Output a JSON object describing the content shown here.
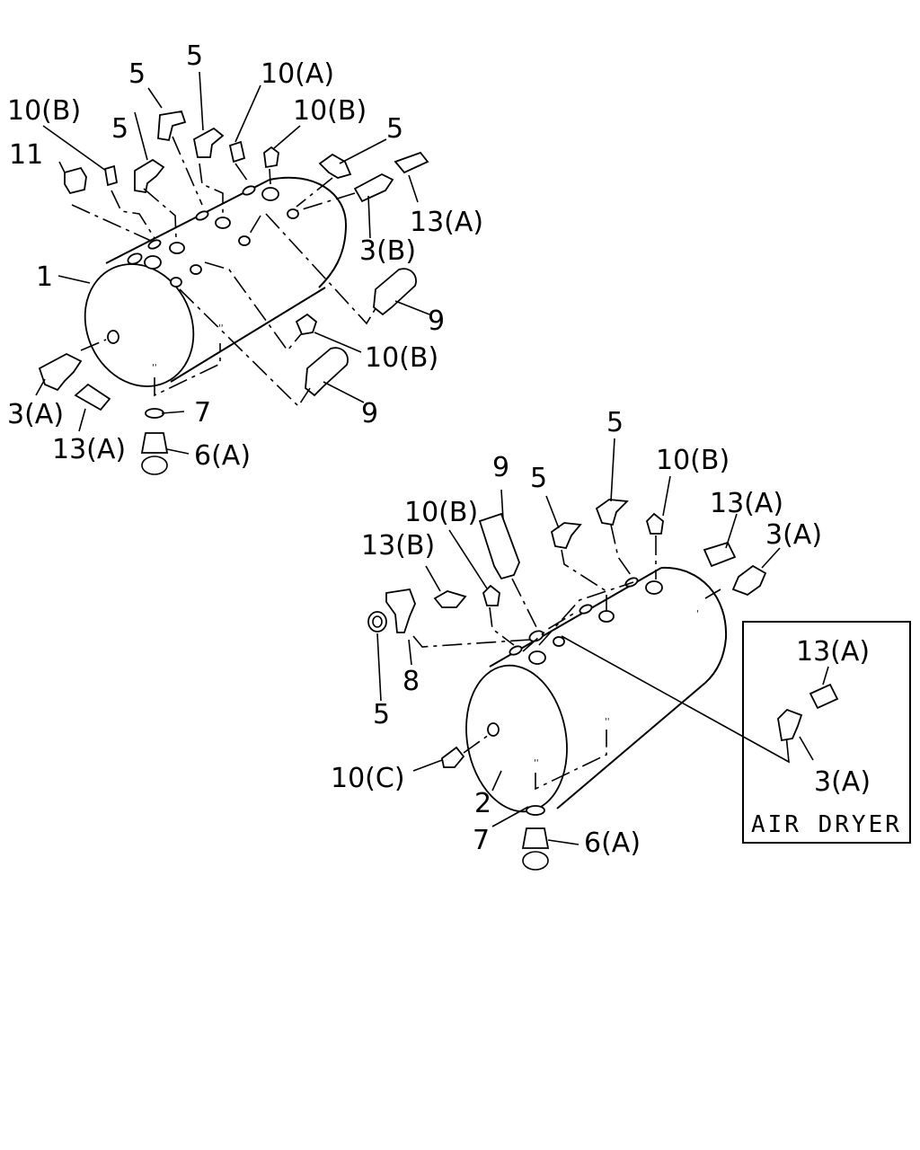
{
  "labels": {
    "t1_11": "11",
    "t1_10b_a": "10(B)",
    "t1_5_a": "5",
    "t1_5_b": "5",
    "t1_5_c": "5",
    "t1_10a": "10(A)",
    "t1_10b_b": "10(B)",
    "t1_5_d": "5",
    "t1_13a_a": "13(A)",
    "t1_3b": "3(B)",
    "t1_1": "1",
    "t1_9_a": "9",
    "t1_10b_c": "10(B)",
    "t1_9_b": "9",
    "t1_3a": "3(A)",
    "t1_13a_b": "13(A)",
    "t1_7": "7",
    "t1_6a": "6(A)",
    "t2_9": "9",
    "t2_5_a": "5",
    "t2_5_b": "5",
    "t2_10b_a": "10(B)",
    "t2_10b_b": "10(B)",
    "t2_13a": "13(A)",
    "t2_13b": "13(B)",
    "t2_3a": "3(A)",
    "t2_8": "8",
    "t2_5_c": "5",
    "t2_10c": "10(C)",
    "t2_2": "2",
    "t2_7": "7",
    "t2_6a": "6(A)",
    "dryer_13a": "13(A)",
    "dryer_3a": "3(A)",
    "dryer_title": "AIR DRYER"
  }
}
